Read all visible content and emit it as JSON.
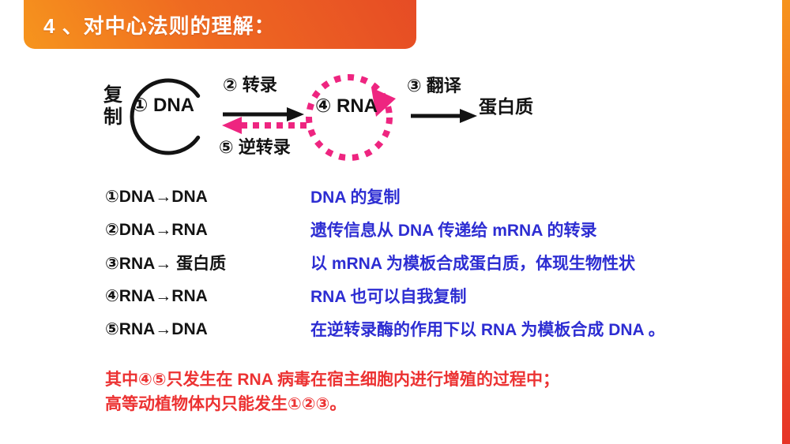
{
  "title": "4 、对中心法则的理解：",
  "colors": {
    "title_gradient_start": "#f6951d",
    "title_gradient_end": "#e64c25",
    "edge_strip_top": "#f6931d",
    "edge_strip_bottom": "#e63427",
    "diagram_pink": "#ee2580",
    "diagram_black": "#131313",
    "description_blue": "#2d2dd2",
    "note_red": "#ec3232"
  },
  "diagram": {
    "replication_label": "复制",
    "dna_node": "① DNA",
    "transcription_label": "② 转录",
    "reverse_transcription_label": "⑤ 逆转录",
    "rna_node": "④ RNA",
    "translation_label": "③ 翻译",
    "protein_label": "蛋白质"
  },
  "pathways": [
    {
      "route": "①DNA→DNA",
      "description": "DNA 的复制"
    },
    {
      "route": "②DNA→RNA",
      "description": "遗传信息从 DNA 传递给 mRNA 的转录"
    },
    {
      "route": "③RNA→ 蛋白质",
      "description": "以 mRNA 为模板合成蛋白质，体现生物性状"
    },
    {
      "route": "④RNA→RNA",
      "description": "RNA 也可以自我复制"
    },
    {
      "route": "⑤RNA→DNA",
      "description": "在逆转录酶的作用下以 RNA 为模板合成 DNA 。"
    }
  ],
  "note": {
    "line1": "其中④⑤只发生在 RNA 病毒在宿主细胞内进行增殖的过程中；",
    "line2": "高等动植物体内只能发生①②③。"
  }
}
